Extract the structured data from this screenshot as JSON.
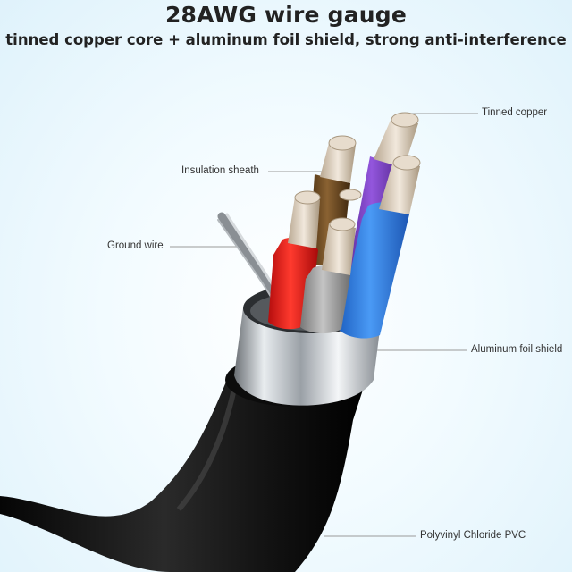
{
  "header": {
    "title": "28AWG wire gauge",
    "subtitle": "tinned copper core + aluminum foil shield, strong anti-interference"
  },
  "labels": {
    "tinned_copper": "Tinned copper",
    "insulation_sheath": "Insulation sheath",
    "ground_wire": "Ground wire",
    "aluminum_foil_shield": "Aluminum foil shield",
    "pvc_jacket": "Polyvinyl Chloride PVC"
  },
  "colors": {
    "wire_brown": "#6b4a1f",
    "wire_purple": "#7a3fc0",
    "wire_blue": "#2f7fe0",
    "wire_red": "#e01b1b",
    "wire_gray": "#9a9a9a",
    "jacket": "#111111",
    "foil": "#c9ced3"
  }
}
